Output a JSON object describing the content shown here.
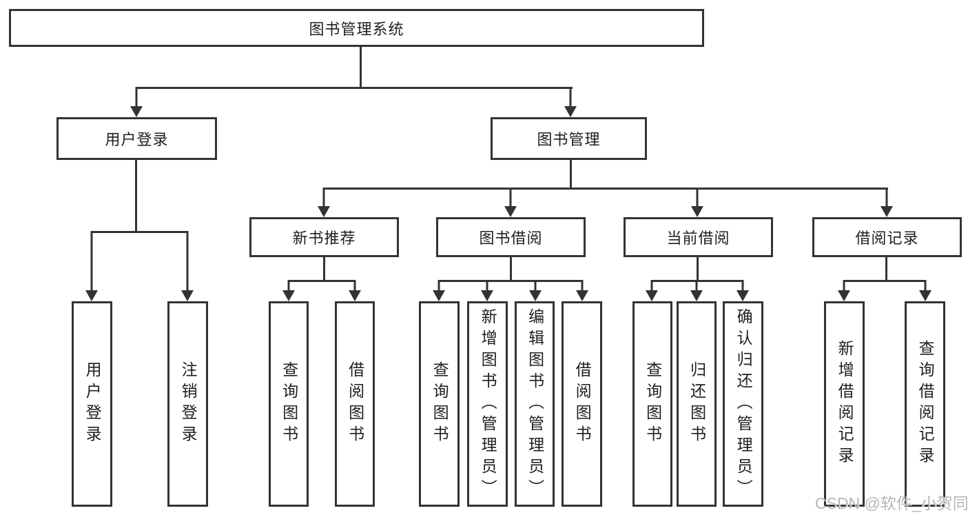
{
  "root": {
    "label": "图书管理系统"
  },
  "level2": {
    "user_login": "用户登录",
    "book_mgmt": "图书管理"
  },
  "level3": {
    "new_book": "新书推荐",
    "book_borrow": "图书借阅",
    "current_borrow": "当前借阅",
    "borrow_record": "借阅记录"
  },
  "leaves": {
    "user_login": [
      "用户登录",
      "注销登录"
    ],
    "new_book": [
      "查询图书",
      "借阅图书"
    ],
    "book_borrow": [
      "查询图书",
      "新增图书（管理员）",
      "编辑图书（管理员）",
      "借阅图书"
    ],
    "current_borrow": [
      "查询图书",
      "归还图书",
      "确认归还（管理员）"
    ],
    "borrow_record": [
      "新增借阅记录",
      "查询借阅记录"
    ]
  },
  "watermark": "CSDN @软件_小贺同学",
  "colors": {
    "line": "#333333",
    "text": "#1f1f1f",
    "background": "#ffffff",
    "watermark": "#b6b6b6"
  }
}
